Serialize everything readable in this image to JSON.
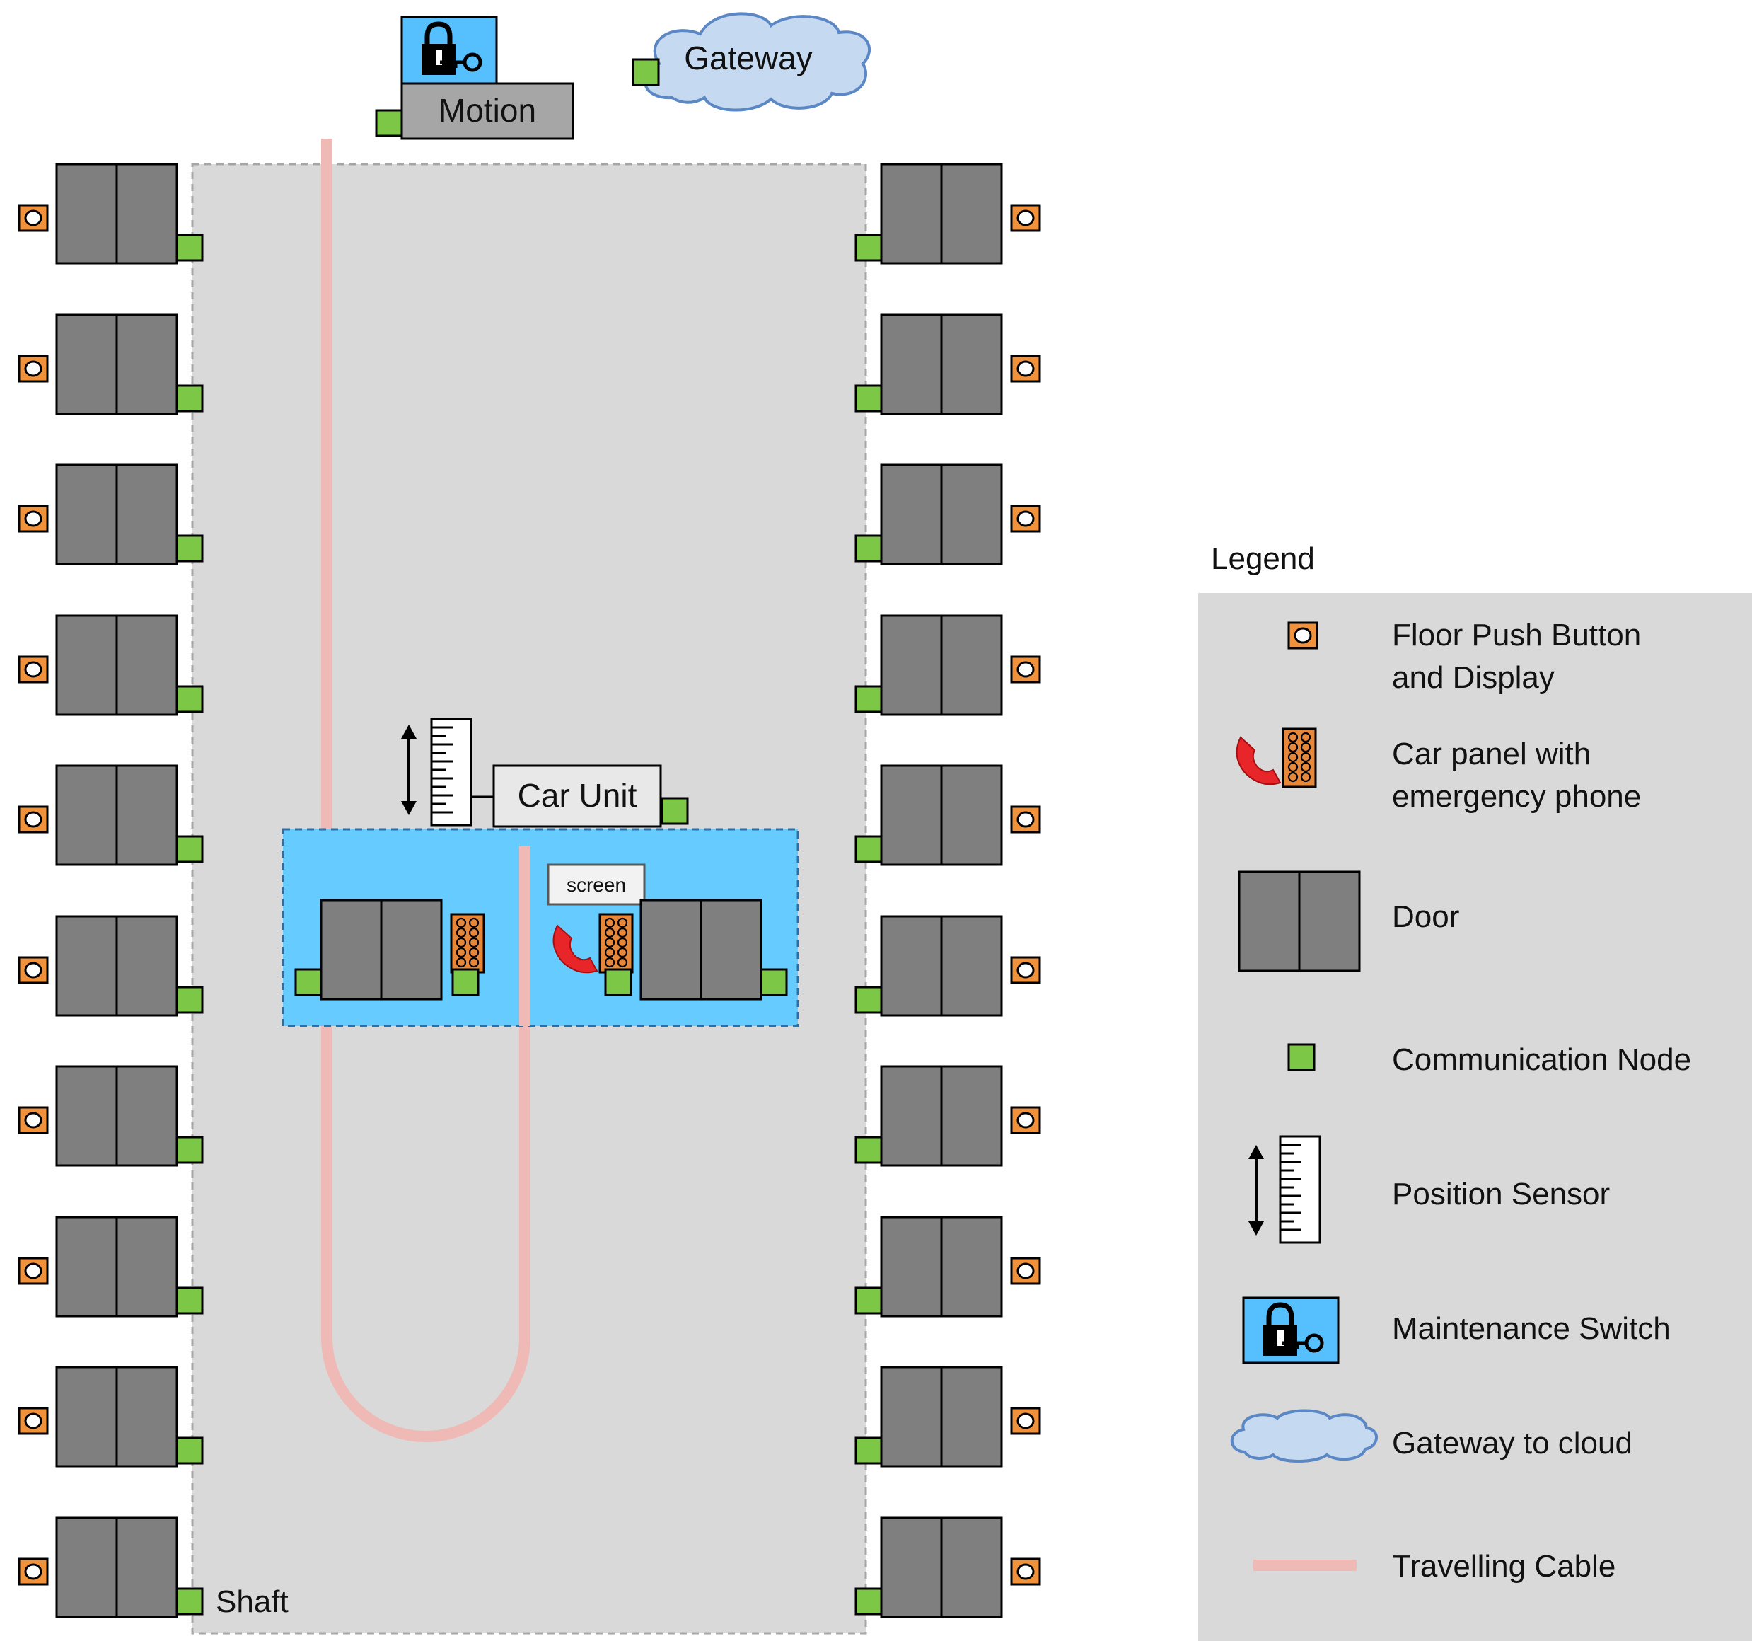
{
  "labels": {
    "motion": "Motion",
    "gateway": "Gateway",
    "car_unit": "Car Unit",
    "screen": "screen",
    "shaft": "Shaft"
  },
  "legend": {
    "title": "Legend",
    "items": [
      {
        "icon": "floor-push-button-icon",
        "lines": [
          "Floor Push Button",
          "and Display"
        ]
      },
      {
        "icon": "car-panel-phone-icon",
        "lines": [
          "Car panel with",
          "emergency phone"
        ]
      },
      {
        "icon": "door-icon",
        "lines": [
          "Door"
        ]
      },
      {
        "icon": "communication-node-icon",
        "lines": [
          "Communication Node"
        ]
      },
      {
        "icon": "position-sensor-icon",
        "lines": [
          "Position Sensor"
        ]
      },
      {
        "icon": "maintenance-switch-icon",
        "lines": [
          "Maintenance Switch"
        ]
      },
      {
        "icon": "gateway-cloud-icon",
        "lines": [
          "Gateway to cloud"
        ]
      },
      {
        "icon": "travelling-cable-icon",
        "lines": [
          "Travelling Cable"
        ]
      }
    ]
  },
  "floors": {
    "left_count": 10,
    "right_count": 10
  },
  "colors": {
    "shaft": "#d9d9d9",
    "shaft_border": "#a6a6a6",
    "door": "#7f7f7f",
    "node": "#7cc846",
    "button": "#f0913c",
    "car": "#66ccff",
    "car_border": "#2f6ea4",
    "cable": "#efb9b5",
    "phone": "#e8262a",
    "panel": "#e7873a",
    "legend_box": "#d9d9d9",
    "cloud": "#c5d9f1",
    "cloud_border": "#5b87c5",
    "unit_box": "#a6a6a6"
  }
}
